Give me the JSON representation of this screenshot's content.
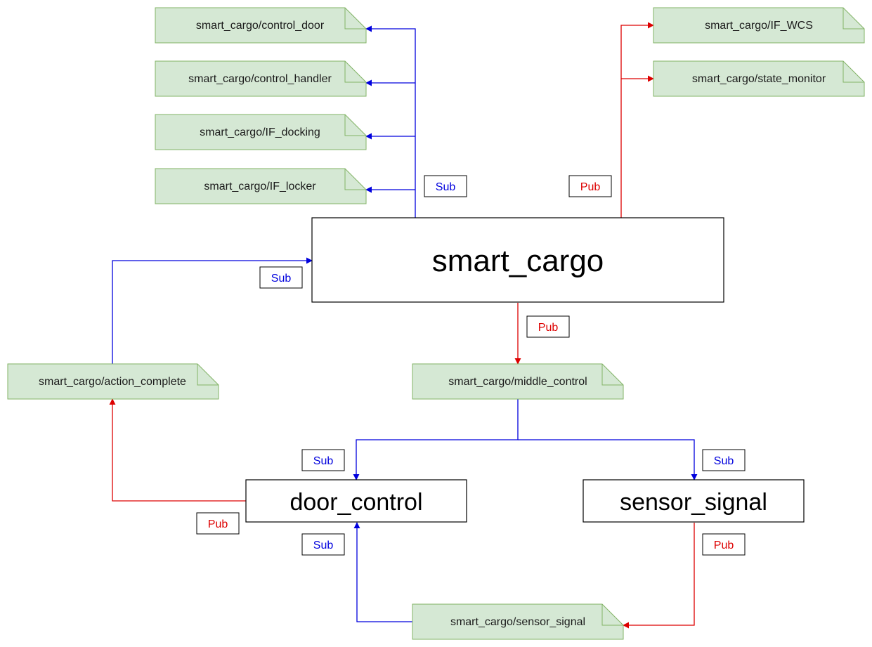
{
  "colors": {
    "sub": "#0000dd",
    "pub": "#dd0000",
    "topic_fill": "#d5e8d4",
    "topic_stroke": "#82b366",
    "node_stroke": "#000000"
  },
  "nodes": {
    "smart_cargo": "smart_cargo",
    "door_control": "door_control",
    "sensor_signal": "sensor_signal"
  },
  "topics": {
    "control_door": "smart_cargo/control_door",
    "control_handler": "smart_cargo/control_handler",
    "if_docking": "smart_cargo/IF_docking",
    "if_locker": "smart_cargo/IF_locker",
    "if_wcs": "smart_cargo/IF_WCS",
    "state_monitor": "smart_cargo/state_monitor",
    "action_complete": "smart_cargo/action_complete",
    "middle_control": "smart_cargo/middle_control",
    "sensor_signal": "smart_cargo/sensor_signal"
  },
  "edge_labels": {
    "sub_top": "Sub",
    "pub_top": "Pub",
    "sub_left": "Sub",
    "pub_center": "Pub",
    "sub_door_top": "Sub",
    "sub_sensor_top": "Sub",
    "pub_door_left": "Pub",
    "sub_door_bottom": "Sub",
    "pub_sensor_bottom": "Pub"
  }
}
